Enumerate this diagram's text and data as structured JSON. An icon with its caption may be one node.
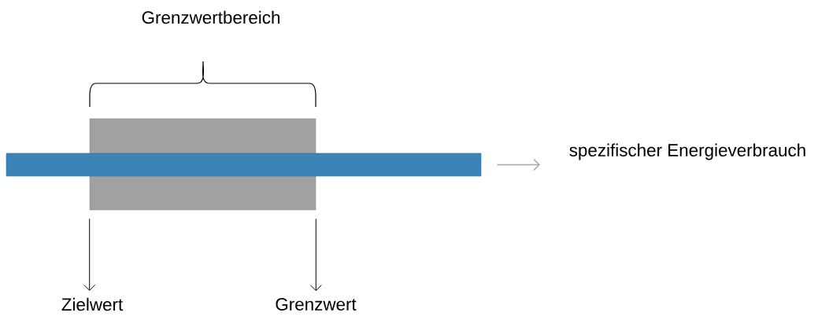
{
  "diagram": {
    "nodes": [
      {
        "text": [],
        "shape": "box"
      },
      {
        "text": [],
        "shape": "bar"
      },
      {
        "text": [
          "Zielwert"
        ]
      },
      {
        "text": [
          "Grenzwert"
        ]
      },
      {
        "text": [
          "spezifischer Energieverbrauch"
        ]
      }
    ],
    "edges": [
      {
        "from": 0,
        "to": 2,
        "arrow": "to"
      },
      {
        "from": 0,
        "to": 3,
        "arrow": "to"
      },
      {
        "from": 1,
        "to": 4,
        "arrow": "to",
        "color": "#a6a6a6"
      }
    ],
    "labels": [
      "Grenzwertbereich"
    ]
  }
}
